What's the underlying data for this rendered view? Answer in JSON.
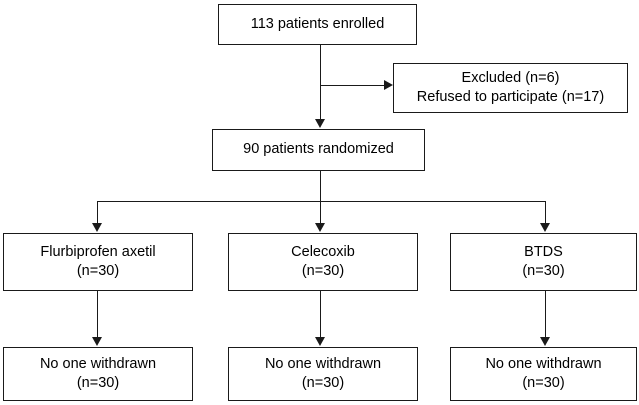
{
  "diagram": {
    "type": "consort-flow-diagram",
    "title": "",
    "colors": {
      "stroke": "#1a1a1a",
      "box_fill": "#ffffff",
      "text": "#000000",
      "background": "#ffffff"
    },
    "nodes": {
      "enrolled": {
        "lines": [
          "113 patients enrolled"
        ],
        "count": "113"
      },
      "excluded": {
        "lines": [
          "Excluded (n=6)",
          "Refused to participate (n=17)"
        ],
        "excluded_n": "6",
        "refused_n": "17"
      },
      "randomized": {
        "lines": [
          "90 patients randomized"
        ],
        "count": "90"
      },
      "arm_left": {
        "lines": [
          "Flurbiprofen axetil",
          "(n=30)"
        ],
        "name": "Flurbiprofen axetil",
        "count": "30"
      },
      "arm_middle": {
        "lines": [
          "Celecoxib",
          "(n=30)"
        ],
        "name": "Celecoxib",
        "count": "30"
      },
      "arm_right": {
        "lines": [
          "BTDS",
          "(n=30)"
        ],
        "name": "BTDS",
        "count": "30"
      },
      "outcome_left": {
        "lines": [
          "No one withdrawn",
          "(n=30)"
        ],
        "status": "No one withdrawn",
        "count": "30"
      },
      "outcome_middle": {
        "lines": [
          "No one withdrawn",
          "(n=30)"
        ],
        "status": "No one withdrawn",
        "count": "30"
      },
      "outcome_right": {
        "lines": [
          "No one withdrawn",
          "(n=30)"
        ],
        "status": "No one withdrawn",
        "count": "30"
      }
    }
  }
}
